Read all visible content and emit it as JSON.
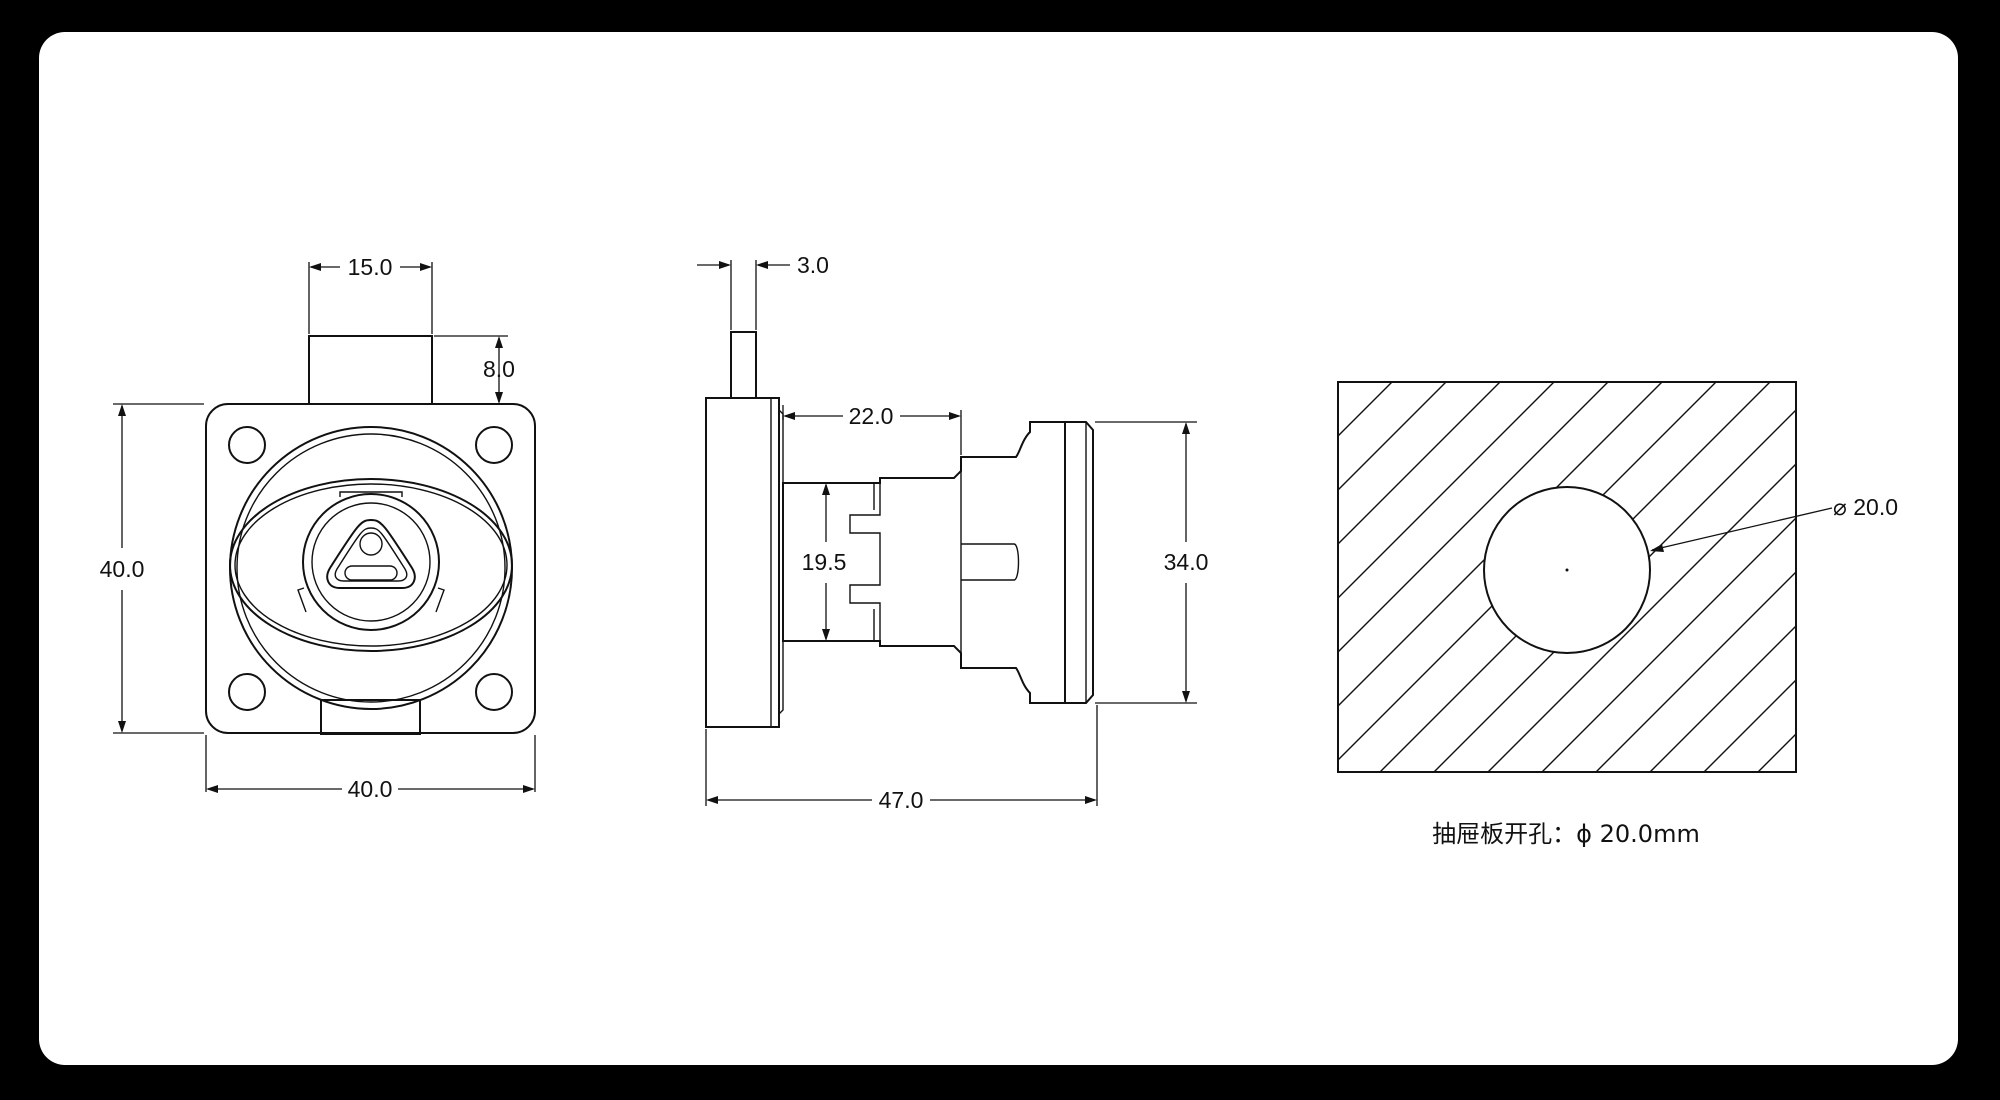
{
  "front_view": {
    "dim_top_width": "15.0",
    "dim_top_height": "8.0",
    "dim_height": "40.0",
    "dim_width": "40.0"
  },
  "side_view": {
    "dim_shaft": "3.0",
    "dim_body_length": "22.0",
    "dim_inner_height": "19.5",
    "dim_head_height": "34.0",
    "dim_total_length": "47.0"
  },
  "cutout_view": {
    "dim_diameter": "⌀ 20.0",
    "caption": "抽屉板开孔：ϕ 20.0mm"
  }
}
